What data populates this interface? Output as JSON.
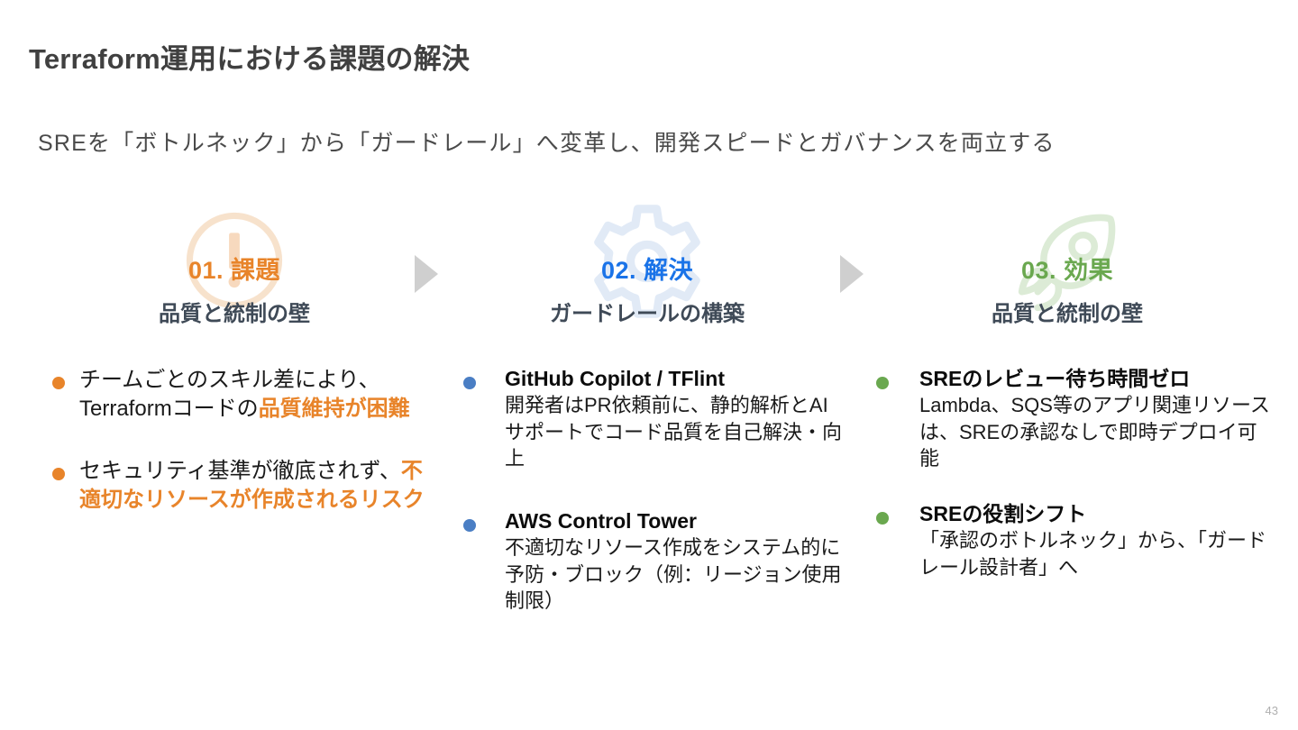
{
  "slide": {
    "title": "Terraform運用における課題の解決",
    "subtitle": "SREを「ボトルネック」から「ガードレール」へ変革し、開発スピードとガバナンスを両立する",
    "page_number": "43"
  },
  "colors": {
    "orange": "#e8842a",
    "blue": "#1a73e8",
    "green": "#6aa84f",
    "heading_gray": "#404040",
    "subhead_slate": "#3f4a57",
    "arrow_gray": "#cfcfcf"
  },
  "columns": [
    {
      "icon": "exclamation-circle-icon",
      "icon_color": "#e8842a",
      "step_label": "01. 課題",
      "step_color": "#e8842a",
      "sub_label": "品質と統制の壁",
      "bullet_color": "#e8842a",
      "bullets": [
        {
          "head": "",
          "body_plain_1": "チームごとのスキル差により、Terraformコードの",
          "body_highlight": "品質維持が困難",
          "body_plain_2": ""
        },
        {
          "head": "",
          "body_plain_1": "セキュリティ基準が徹底されず、",
          "body_highlight": "不適切なリソースが作成されるリスク",
          "body_plain_2": ""
        }
      ]
    },
    {
      "icon": "gear-icon",
      "icon_color": "#4a7ec4",
      "step_label": "02. 解決",
      "step_color": "#1a73e8",
      "sub_label": "ガードレールの構築",
      "bullet_color": "#4a7ec4",
      "bullets": [
        {
          "head": "GitHub Copilot / TFlint",
          "body_plain_1": "開発者はPR依頼前に、静的解析とAIサポートでコード品質を自己解決・向上",
          "body_highlight": "",
          "body_plain_2": ""
        },
        {
          "head": "AWS Control Tower",
          "body_plain_1": "不適切なリソース作成をシステム的に予防・ブロック（例：リージョン使用制限）",
          "body_highlight": "",
          "body_plain_2": ""
        }
      ]
    },
    {
      "icon": "rocket-icon",
      "icon_color": "#6aa84f",
      "step_label": "03. 効果",
      "step_color": "#6aa84f",
      "sub_label": "品質と統制の壁",
      "bullet_color": "#6aa84f",
      "bullets": [
        {
          "head": "SREのレビュー待ち時間ゼロ",
          "body_plain_1": "Lambda、SQS等のアプリ関連リソースは、SREの承認なしで即時デプロイ可能",
          "body_highlight": "",
          "body_plain_2": ""
        },
        {
          "head": "SREの役割シフト",
          "body_plain_1": "「承認のボトルネック」から、「ガードレール設計者」へ",
          "body_highlight": "",
          "body_plain_2": ""
        }
      ]
    }
  ],
  "arrows": [
    {
      "name": "arrow-step-1-to-2"
    },
    {
      "name": "arrow-step-2-to-3"
    }
  ]
}
